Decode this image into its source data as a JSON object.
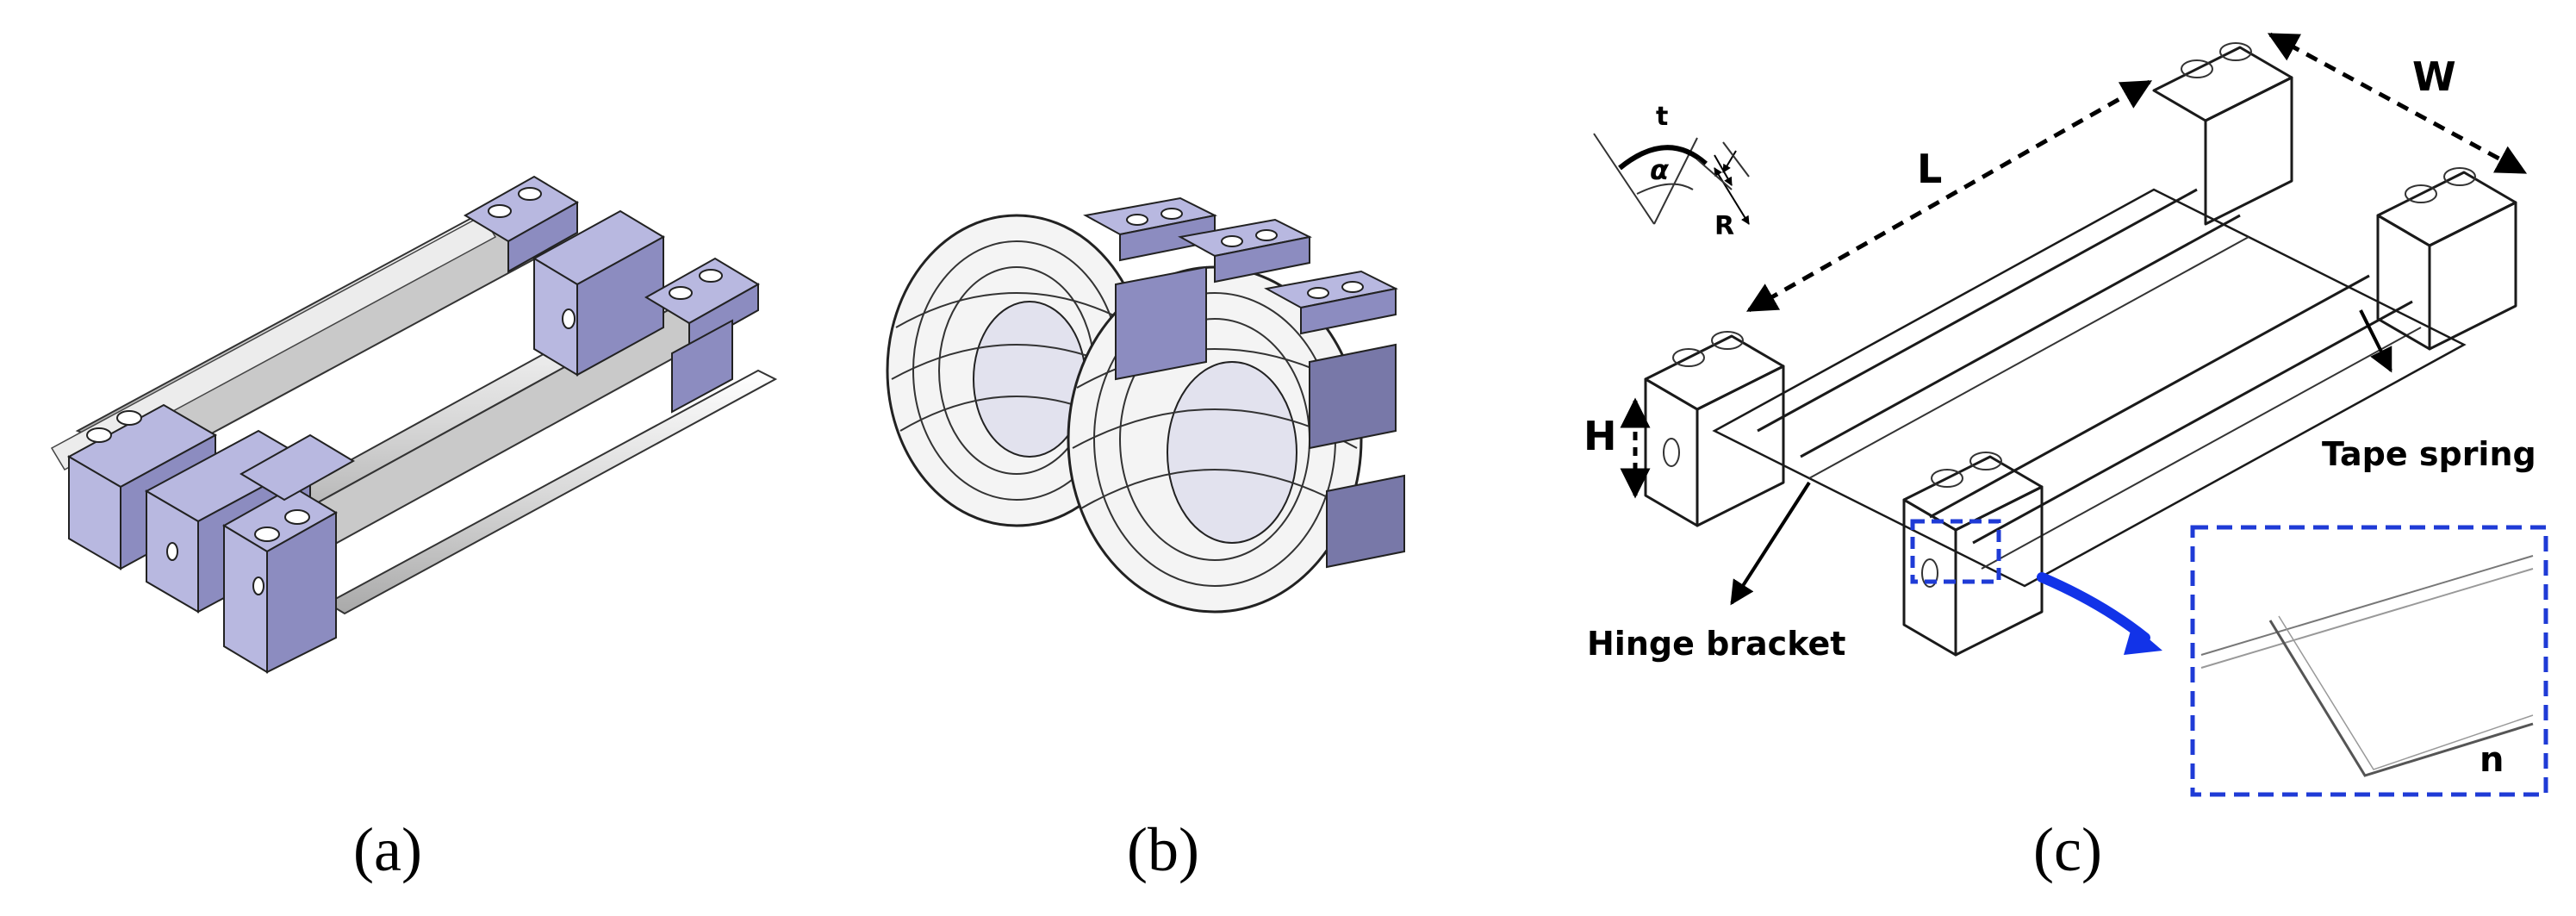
{
  "panels": {
    "a": {
      "caption": "(a)"
    },
    "b": {
      "caption": "(b)"
    },
    "c": {
      "caption": "(c)",
      "dimensions": {
        "length": "L",
        "width": "W",
        "height": "H"
      },
      "section_symbols": {
        "thickness": "t",
        "angle": "α",
        "radius": "R"
      },
      "callouts": {
        "tape_spring": "Tape spring",
        "hinge_bracket": "Hinge bracket",
        "detail": "n"
      }
    }
  },
  "colors": {
    "bracket_fill": "#b8b8e0",
    "bracket_dark": "#8c8cc0",
    "tape_fill": "#dcdcdc",
    "detail_frame": "#1f3bd6",
    "detail_arrow": "#1233e8"
  }
}
